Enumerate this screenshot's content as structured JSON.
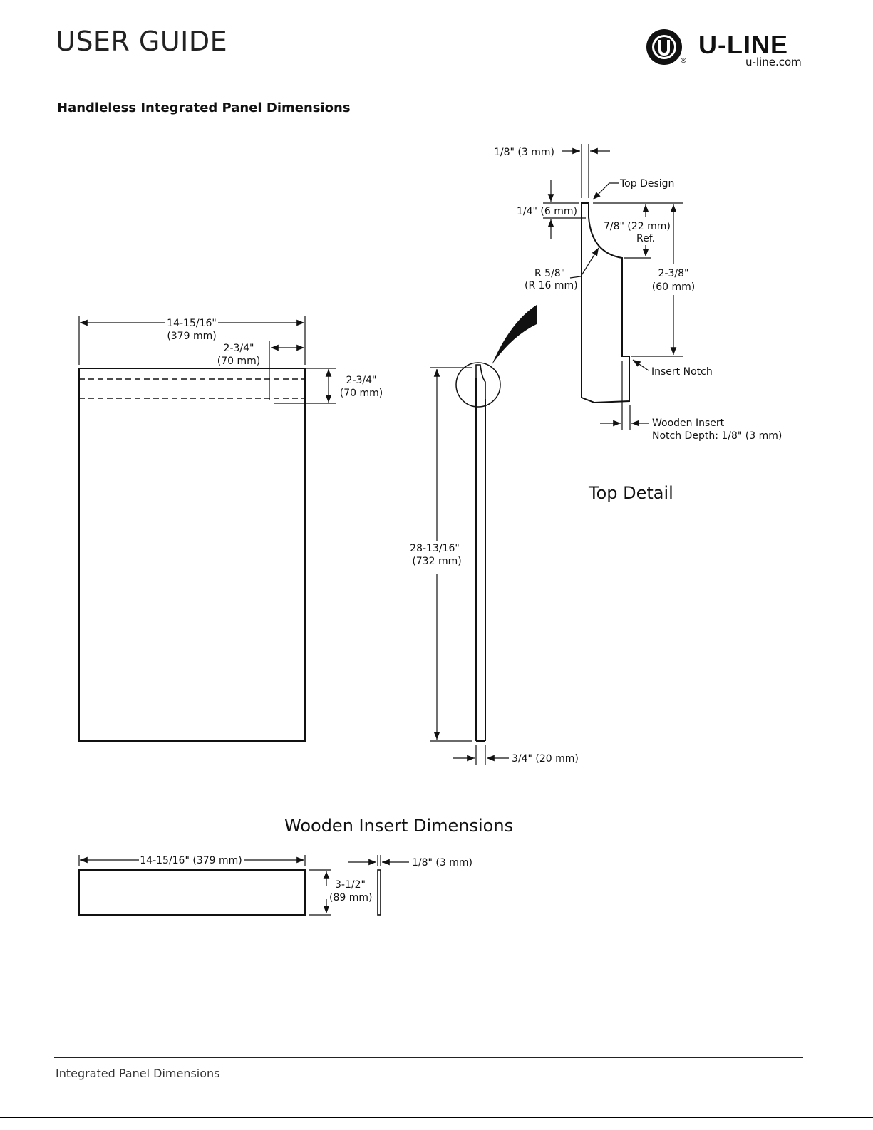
{
  "header": {
    "title": "USER GUIDE",
    "brand": "U-LINE",
    "url": "u-line.com",
    "reg_mark": "®"
  },
  "section_title": "Handleless Integrated Panel Dimensions",
  "front_view": {
    "width": "14-15/16\"",
    "width_mm": "(379 mm)",
    "top_offset": "2-3/4\"",
    "top_offset_mm": "(70 mm)",
    "top_band": "2-3/4\"",
    "top_band_mm": "(70 mm)"
  },
  "side_view": {
    "height": "28-13/16\"",
    "height_mm": "(732 mm)",
    "thickness": "3/4\" (20 mm)"
  },
  "top_detail": {
    "title": "Top Detail",
    "lip": "1/8\" (3 mm)",
    "top_design": "Top Design",
    "lip_height": "1/4\" (6 mm)",
    "curve_height": "7/8\" (22 mm)",
    "curve_ref": "Ref.",
    "notch_height": "2-3/8\"",
    "notch_height_mm": "(60 mm)",
    "radius": "R 5/8\"",
    "radius_mm": "(R 16 mm)",
    "insert_notch": "Insert Notch",
    "notch_depth_line1": "Wooden Insert",
    "notch_depth_line2": "Notch Depth: 1/8\" (3 mm)"
  },
  "wooden_insert": {
    "title": "Wooden Insert Dimensions",
    "length": "14-15/16\" (379 mm)",
    "height": "3-1/2\"",
    "height_mm": "(89 mm)",
    "thickness": "1/8\" (3 mm)"
  },
  "footer": {
    "text": "Integrated Panel Dimensions"
  }
}
